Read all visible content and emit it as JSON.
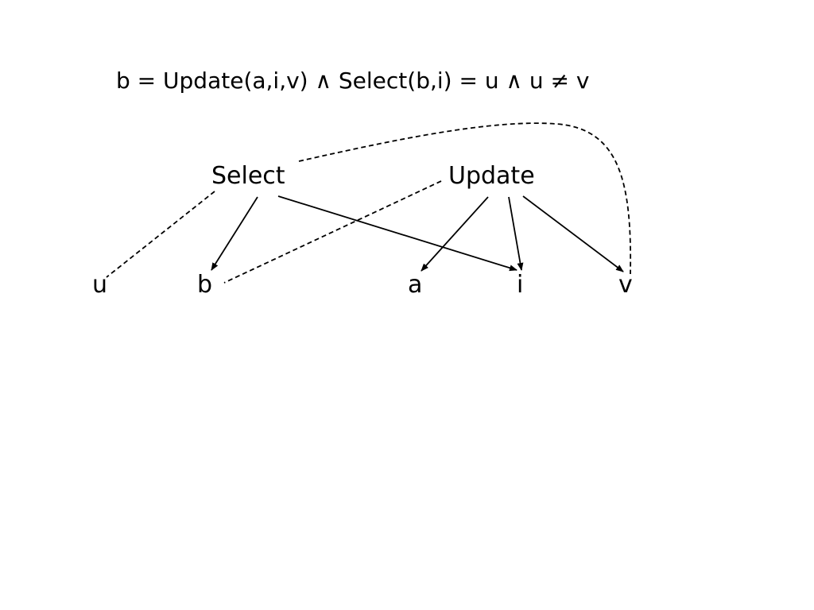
{
  "formula": "b = Update(a,i,v) ∧ Select(b,i) = u ∧ u ≠ v",
  "nodes": {
    "select": "Select",
    "update": "Update",
    "u": "u",
    "b": "b",
    "a": "a",
    "i": "i",
    "v": "v"
  },
  "edges": [
    {
      "from": "select",
      "to": "b",
      "style": "solid-arrow"
    },
    {
      "from": "select",
      "to": "i",
      "style": "solid-arrow"
    },
    {
      "from": "update",
      "to": "a",
      "style": "solid-arrow"
    },
    {
      "from": "update",
      "to": "i",
      "style": "solid-arrow"
    },
    {
      "from": "update",
      "to": "v",
      "style": "solid-arrow"
    },
    {
      "from": "select",
      "to": "u",
      "style": "dashed"
    },
    {
      "from": "update",
      "to": "b",
      "style": "dashed"
    },
    {
      "from": "select",
      "to": "v",
      "style": "dashed-curve"
    }
  ],
  "colors": {
    "foreground": "#000000",
    "background": "#ffffff"
  }
}
